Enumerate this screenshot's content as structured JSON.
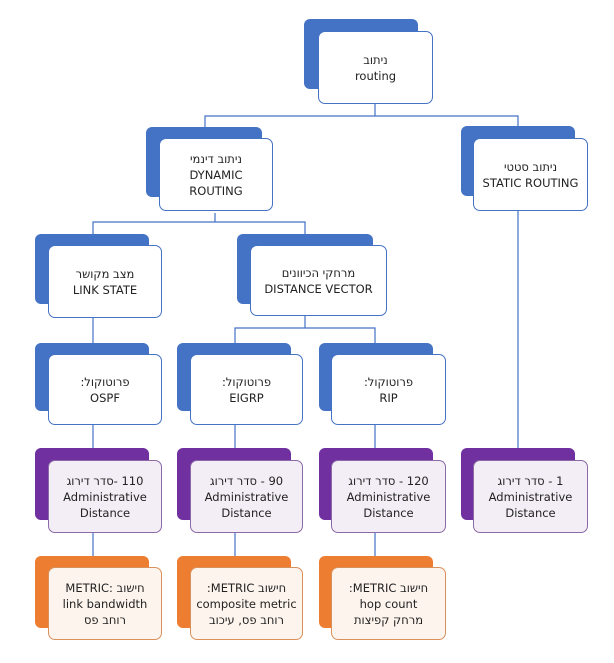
{
  "colors": {
    "blue": "#4472c4",
    "purple": "#7030a0",
    "orange": "#ed7d31",
    "connector": "#4472c4"
  },
  "root": {
    "he": "ניתוב",
    "en": "routing"
  },
  "dynamic": {
    "he": "ניתוב דינמי",
    "en1": "DYNAMIC",
    "en2": "ROUTING"
  },
  "static": {
    "he": "ניתוב סטטי",
    "en": "STATIC ROUTING"
  },
  "link_state": {
    "he": "מצב מקושר",
    "en": "LINK STATE"
  },
  "distance_vector": {
    "he": "מרחקי הכיוונים",
    "en": "DISTANCE VECTOR"
  },
  "protocols": {
    "ospf": {
      "he": "פרוטוקול:",
      "en": "OSPF"
    },
    "eigrp": {
      "he": "פרוטוקול:",
      "en": "EIGRP"
    },
    "rip": {
      "he": "פרוטוקול:",
      "en": "RIP"
    }
  },
  "distances": {
    "ospf": {
      "he": "110 -סדר דירוג",
      "en1": "Administrative",
      "en2": "Distance"
    },
    "eigrp": {
      "he": "90 - סדר דירוג",
      "en1": "Administrative",
      "en2": "Distance"
    },
    "rip": {
      "he": "120 - סדר דירוג",
      "en1": "Administrative",
      "en2": "Distance"
    },
    "static": {
      "he": "1 - סדר דירוג",
      "en1": "Administrative",
      "en2": "Distance"
    }
  },
  "metrics": {
    "ospf": {
      "he1": "חישוב :METRIC",
      "en": "link bandwidth",
      "he2": "רוחב פס"
    },
    "eigrp": {
      "he1": "חישוב METRIC:",
      "en": "composite metric",
      "he2": "רוחב פס, עיכוב"
    },
    "rip": {
      "he1": "חישוב METRIC:",
      "en": "hop count",
      "he2": "מרחק קפיצות"
    }
  }
}
